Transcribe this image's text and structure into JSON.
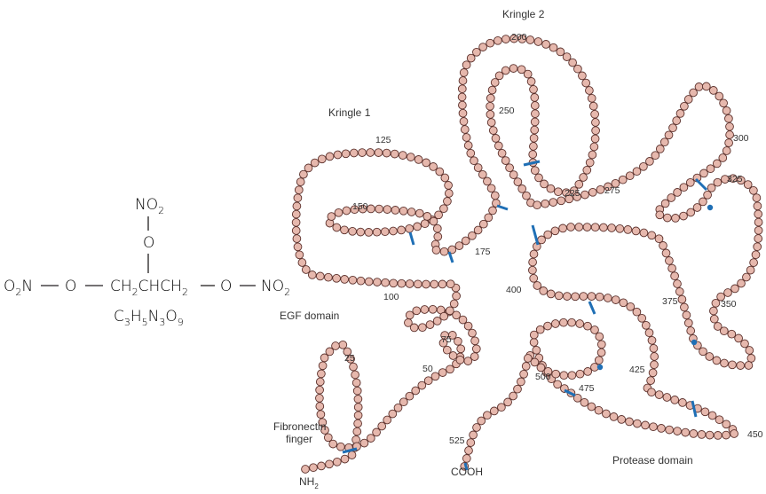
{
  "formula": {
    "top_group": "NO2",
    "bond_o": "O",
    "left_group": "O2N",
    "left_o": "O",
    "backbone": "CH2CHCH2",
    "right_o": "O",
    "right_group": "NO2",
    "molecular_formula": "C3H5N3O9"
  },
  "protein": {
    "domains": [
      {
        "id": "kringle2",
        "label": "Kringle 2"
      },
      {
        "id": "kringle1",
        "label": "Kringle 1"
      },
      {
        "id": "egf",
        "label": "EGF domain"
      },
      {
        "id": "fibronectin",
        "label": "Fibronectin finger"
      },
      {
        "id": "protease",
        "label": "Protease domain"
      }
    ],
    "terminals": {
      "n": "NH2",
      "c": "COOH"
    },
    "residue_numbers": [
      "25",
      "50",
      "75",
      "100",
      "125",
      "150",
      "175",
      "200",
      "225",
      "250",
      "275",
      "300",
      "325",
      "350",
      "375",
      "400",
      "425",
      "450",
      "475",
      "500",
      "525"
    ],
    "colors": {
      "bead_fill": "#e6b8ad",
      "bead_stroke": "#5a2f2a",
      "disulfide": "#1f6fb5",
      "text": "#333333"
    }
  }
}
